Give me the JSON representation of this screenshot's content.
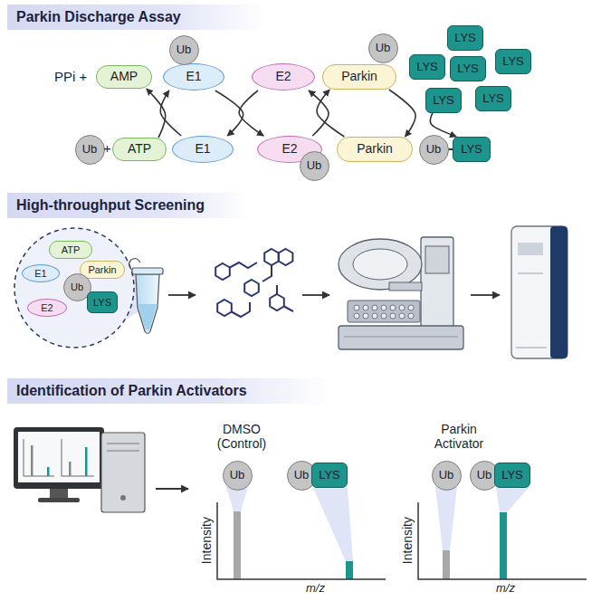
{
  "diagram": {
    "nodes": [
      {
        "text": [
          "Parkin Discharge Assay"
        ]
      },
      {
        "text": [
          "AMP"
        ]
      },
      {
        "text": [
          "E1"
        ]
      },
      {
        "text": [
          "Ub"
        ]
      },
      {
        "text": [
          "E2"
        ]
      },
      {
        "text": [
          "Parkin"
        ]
      },
      {
        "text": [
          "Ub"
        ]
      },
      {
        "text": [
          "LYS"
        ]
      },
      {
        "text": [
          "LYS"
        ]
      },
      {
        "text": [
          "LYS"
        ]
      },
      {
        "text": [
          "LYS"
        ]
      },
      {
        "text": [
          "LYS"
        ]
      },
      {
        "text": [
          "LYS"
        ]
      },
      {
        "text": [
          "Ub"
        ]
      },
      {
        "text": [
          "ATP"
        ]
      },
      {
        "text": [
          "E1"
        ]
      },
      {
        "text": [
          "E2"
        ]
      },
      {
        "text": [
          "Ub"
        ]
      },
      {
        "text": [
          "Parkin"
        ]
      },
      {
        "text": [
          "Ub"
        ]
      },
      {
        "text": [
          "LYS"
        ]
      },
      {
        "text": [
          "High-throughput Screening"
        ]
      },
      {
        "text": [
          "ATP"
        ]
      },
      {
        "text": [
          "E1"
        ]
      },
      {
        "text": [
          "Parkin"
        ]
      },
      {
        "text": [
          "Ub"
        ]
      },
      {
        "text": [
          "E2"
        ]
      },
      {
        "text": [
          "LYS"
        ]
      },
      {
        "text": [
          "Identification of Parkin Activators"
        ]
      },
      {
        "text": [
          "Ub"
        ]
      },
      {
        "text": [
          "Ub"
        ]
      },
      {
        "text": [
          "LYS"
        ]
      },
      {
        "text": [
          "Ub"
        ]
      },
      {
        "text": [
          "Ub"
        ]
      },
      {
        "text": [
          "LYS"
        ]
      }
    ],
    "edges": [
      {
        "from": 14,
        "to": 1,
        "arrow": "to"
      },
      {
        "from": 15,
        "to": 2,
        "arrow": "to"
      },
      {
        "from": 2,
        "to": 15,
        "arrow": "to"
      },
      {
        "from": 4,
        "to": 16,
        "arrow": "to"
      },
      {
        "from": 16,
        "to": 4,
        "arrow": "to"
      },
      {
        "from": 18,
        "to": 5,
        "arrow": "to"
      },
      {
        "from": 5,
        "to": 18,
        "arrow": "to"
      },
      {
        "from": 11,
        "to": 20,
        "arrow": "to"
      }
    ],
    "labels": [
      "PPi +",
      "+",
      "DMSO (Control)",
      "Intensity",
      "m/z",
      "Parkin Activator",
      "Intensity",
      "m/z"
    ]
  }
}
